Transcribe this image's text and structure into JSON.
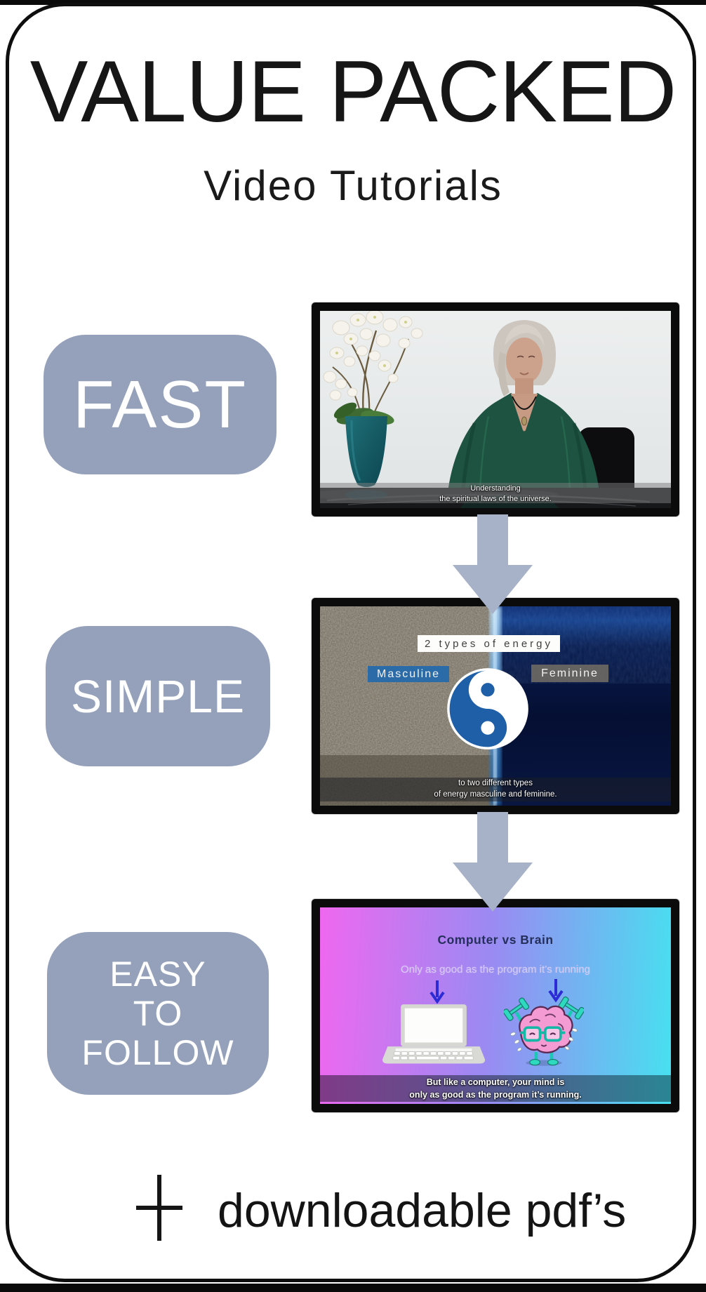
{
  "header": {
    "title": "VALUE PACKED",
    "subtitle": "Video Tutorials"
  },
  "badges": [
    {
      "label": "FAST"
    },
    {
      "label": "SIMPLE"
    },
    {
      "lines": [
        "EASY",
        "TO",
        "FOLLOW"
      ]
    }
  ],
  "videos": [
    {
      "caption_line1": "Understanding",
      "caption_line2": "the spiritual laws of the universe."
    },
    {
      "overlay_title": "2 types of energy",
      "label_masculine": "Masculine",
      "label_feminine": "Feminine",
      "caption_line1": "to two different types",
      "caption_line2": "of energy masculine and feminine."
    },
    {
      "title": "Computer vs Brain",
      "subtitle": "Only as good as the program it’s running",
      "caption_line1": "But like a computer, your mind is",
      "caption_line2": "only as good as the program it’s running."
    }
  ],
  "footer": {
    "text": "downloadable pdf’s"
  },
  "colors": {
    "badge": "#95a0ba",
    "arrow": "#a7b1c7",
    "masculine_badge": "#2a6ba8",
    "feminine_badge": "#706c64",
    "brain_gradient_left": "#ef68ef",
    "brain_gradient_right": "#47e0f0"
  }
}
